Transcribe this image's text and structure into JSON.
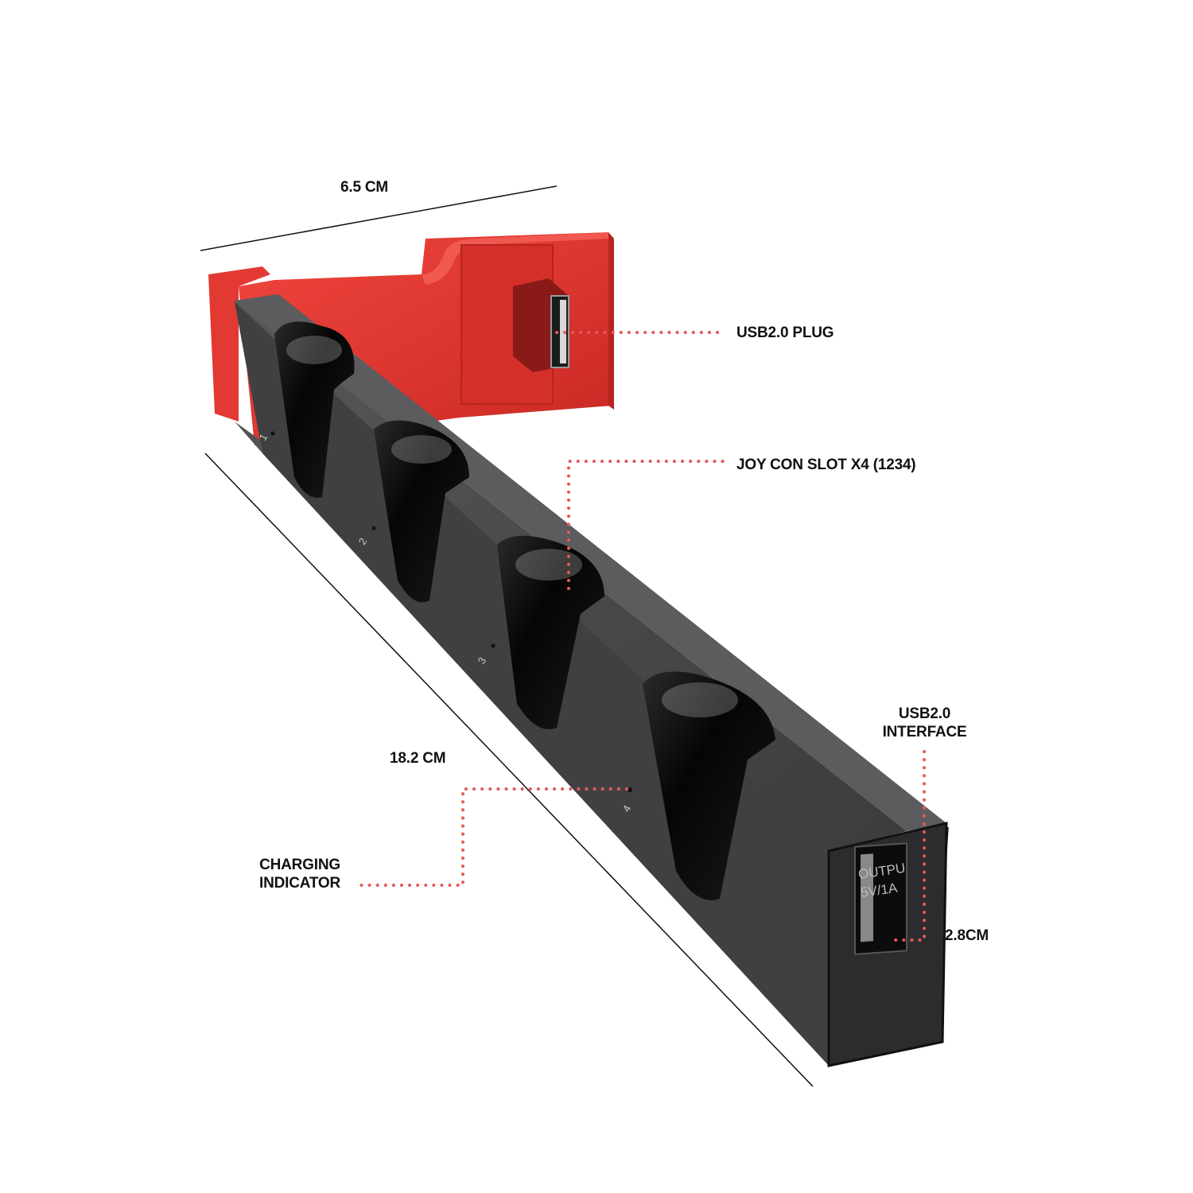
{
  "colors": {
    "red_body": "#d9302c",
    "red_light": "#ee4a42",
    "red_dark": "#a8201d",
    "dark_body": "#4a4a4c",
    "dark_top": "#5a5a5c",
    "dark_edge": "#2a2a2c",
    "slot_black": "#0a0a0a",
    "leader_dots": "#e8595a",
    "text": "#111111"
  },
  "dimensions": {
    "width_label": "6.5 CM",
    "length_label": "18.2 CM",
    "height_label": "2.8CM"
  },
  "callouts": {
    "usb_plug": "USB2.0 PLUG",
    "joycon_slots": "JOY CON SLOT X4 (1234)",
    "usb_interface_line1": "USB2.0",
    "usb_interface_line2": "INTERFACE",
    "charging_line1": "CHARGING",
    "charging_line2": "INDICATOR"
  },
  "device": {
    "port_text_line1": "OUTPU",
    "port_text_line2": "5V/1A",
    "slots": [
      {
        "number": "1"
      },
      {
        "number": "2"
      },
      {
        "number": "3"
      },
      {
        "number": "4"
      }
    ]
  }
}
